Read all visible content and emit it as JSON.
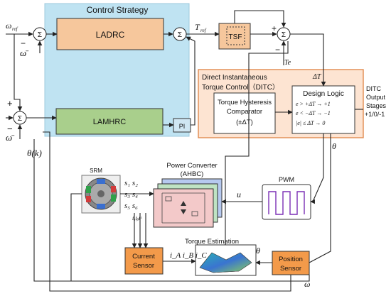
{
  "diagram": {
    "control_strategy": {
      "title": "Control Strategy",
      "fill": "#bfe3f2"
    },
    "ladrc": {
      "label": "LADRC",
      "fill": "#f6c79c"
    },
    "lamhrc": {
      "label": "LAMHRC",
      "fill": "#a9cf8c"
    },
    "pi": {
      "label": "PI",
      "fill": "#cfe6f2"
    },
    "tsf": {
      "label": "TSF"
    },
    "ditc": {
      "title_line1": "Direct Instantaneous",
      "title_line2": "Torque Control（DITC）",
      "delta": "ΔT",
      "fill": "#fde4d2",
      "border": "#e08a4f",
      "hysteresis_line1": "Torque Hysteresis",
      "hysteresis_line2": "Comparator",
      "hysteresis_line3": "(±ΔT)",
      "design_logic": "Design Logic",
      "rule1": "e > +ΔT → +1",
      "rule2": "e < −ΔT → −1",
      "rule3": "|e| ≤ ΔT → 0"
    },
    "output": {
      "line1": "DITC",
      "line2": "Output",
      "line3": "Stages",
      "line4": "+1/0/-1"
    },
    "srm": {
      "label": "SRM"
    },
    "converter": {
      "title_line1": "Power Converter",
      "title_line2": "(AHBC)"
    },
    "switches": {
      "row1": "s₁ s₂",
      "row2": "s₃ s₄",
      "row3": "s₅ s₆"
    },
    "currents": "iₐiᵦiᶜ",
    "current_sensor": {
      "line1": "Current",
      "line2": "Sensor",
      "fill": "#f39a4a"
    },
    "torque_estimation": {
      "label": "Torque  Estimation"
    },
    "iabc": "i_A i_B i_C",
    "position_sensor": {
      "line1": "Position",
      "line2": "Sensor",
      "fill": "#f39a4a"
    },
    "pwm": {
      "label": "PWM"
    },
    "signals": {
      "omega_ref": "ω",
      "omega_ref_sub": "ref",
      "omega_bar": "ω̄",
      "omega_bar2": "ω̄",
      "theta_k": "θ(k)",
      "t_ref": "T",
      "t_ref_sub": "ref",
      "te": "Te",
      "theta": "θ",
      "theta2": "θ",
      "omega": "ω",
      "u": "u",
      "plus": "+",
      "plus2": "+",
      "minus": "−",
      "minus2": "−",
      "sigma": "Σ"
    }
  }
}
